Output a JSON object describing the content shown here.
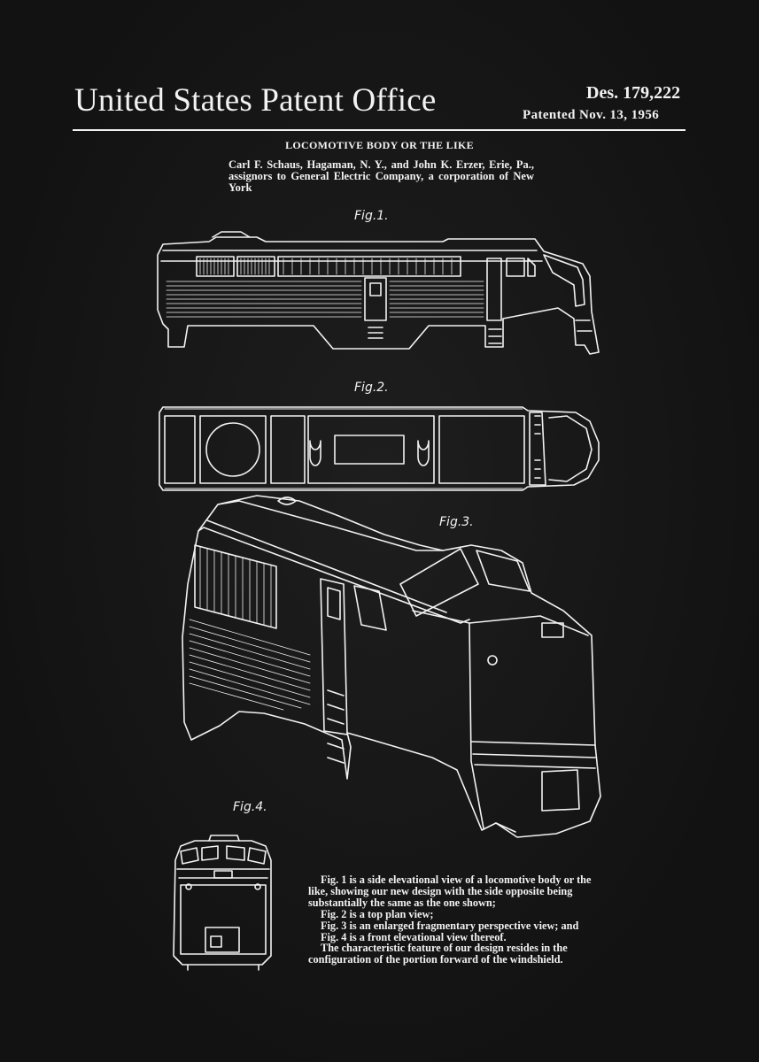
{
  "header": {
    "office_title": "United States Patent Office",
    "patent_number": "Des. 179,222",
    "patent_date": "Patented Nov. 13, 1956"
  },
  "design": {
    "title": "LOCOMOTIVE BODY OR THE LIKE",
    "inventors": "Carl F. Schaus, Hagaman, N. Y., and John K. Erzer, Erie, Pa., assignors to General Electric Company, a corporation of New York"
  },
  "figures": {
    "fig1": "Fig.1.",
    "fig2": "Fig.2.",
    "fig3": "Fig.3.",
    "fig4": "Fig.4."
  },
  "description": [
    "Fig. 1 is a side elevational view of a locomotive body or the like, showing our new design with the side opposite being substantially the same as the one shown;",
    "Fig. 2 is a top plan view;",
    "Fig. 3 is an enlarged fragmentary perspective view; and",
    "Fig. 4 is a front elevational view thereof.",
    "The characteristic feature of our design resides in the configuration of the portion forward of the windshield."
  ],
  "colors": {
    "background": "#161616",
    "ink": "#f2f2f2"
  }
}
